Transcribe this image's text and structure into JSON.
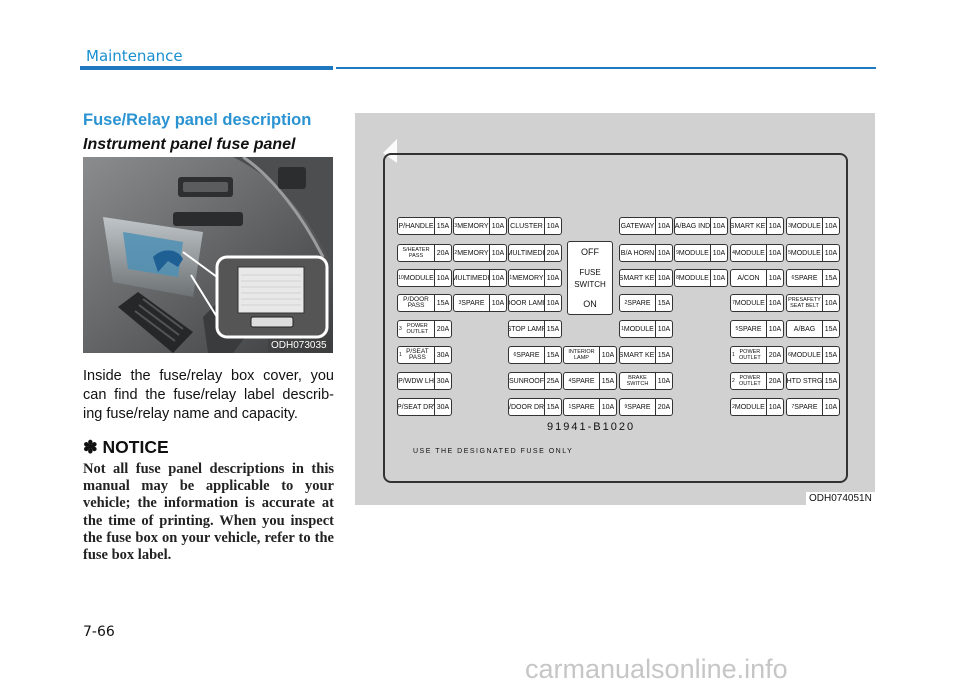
{
  "header": {
    "title": "Maintenance"
  },
  "section_heading": "Fuse/Relay panel description",
  "subsection_heading": "Instrument panel fuse panel",
  "photo_caption": "ODH073035",
  "body_text": "Inside the fuse/relay box cover, you can find the fuse/relay label describ-ing fuse/relay name and capacity.",
  "notice": {
    "title": "✽ NOTICE",
    "text": "Not all fuse panel descriptions in this manual may be applicable to your vehicle; the information is accurate at the time of printing. When you inspect the fuse box on your vehicle, refer to the fuse box label."
  },
  "diagram": {
    "caption": "ODH074051N",
    "part_number": "91941-B1020",
    "designated_note": "USE THE DESIGNATED FUSE ONLY",
    "switch": {
      "off": "OFF",
      "fuse": "FUSE",
      "switch": "SWITCH",
      "on": "ON"
    },
    "fuses": [
      {
        "sup": "",
        "name": "P/HANDLE",
        "value": "15A"
      },
      {
        "sup": "3",
        "name": "MEMORY",
        "value": "10A"
      },
      {
        "sup": "",
        "name": "CLUSTER",
        "value": "10A"
      },
      {
        "sup": "",
        "name": "GATEWAY",
        "value": "10A"
      },
      {
        "sup": "",
        "name": "A/BAG IND",
        "value": "10A"
      },
      {
        "sup": "3",
        "name": "SMART KEY",
        "value": "10A"
      },
      {
        "sup": "3",
        "name": "MODULE",
        "value": "10A"
      },
      {
        "sup": "",
        "name": "S/HEATER PASS",
        "value": "20A"
      },
      {
        "sup": "2",
        "name": "MEMORY",
        "value": "10A"
      },
      {
        "sup": "1",
        "name": "MULTIMEDIA",
        "value": "20A"
      },
      {
        "sup": "",
        "name": "B/A HORN",
        "value": "10A"
      },
      {
        "sup": "9",
        "name": "MODULE",
        "value": "10A"
      },
      {
        "sup": "4",
        "name": "MODULE",
        "value": "10A"
      },
      {
        "sup": "5",
        "name": "MODULE",
        "value": "10A"
      },
      {
        "sup": "10",
        "name": "MODULE",
        "value": "10A"
      },
      {
        "sup": "2",
        "name": "MULTIMEDIA",
        "value": "10A"
      },
      {
        "sup": "1",
        "name": "MEMORY",
        "value": "10A"
      },
      {
        "sup": "1",
        "name": "SMART KEY",
        "value": "10A"
      },
      {
        "sup": "8",
        "name": "MODULE",
        "value": "10A"
      },
      {
        "sup": "",
        "name": "A/CON",
        "value": "10A"
      },
      {
        "sup": "6",
        "name": "SPARE",
        "value": "15A"
      },
      {
        "sup": "",
        "name": "P/DOOR PASS",
        "value": "15A"
      },
      {
        "sup": "3",
        "name": "SPARE",
        "value": "10A"
      },
      {
        "sup": "",
        "name": "DOOR LAMP",
        "value": "10A"
      },
      {
        "sup": "2",
        "name": "SPARE",
        "value": "15A"
      },
      {
        "sup": "7",
        "name": "MODULE",
        "value": "10A"
      },
      {
        "sup": "",
        "name": "PRESAFETY SEAT BELT",
        "value": "10A"
      },
      {
        "sup": "3",
        "name": "POWER OUTLET",
        "value": "20A"
      },
      {
        "sup": "",
        "name": "STOP LAMP",
        "value": "15A"
      },
      {
        "sup": "1",
        "name": "MODULE",
        "value": "10A"
      },
      {
        "sup": "5",
        "name": "SPARE",
        "value": "10A"
      },
      {
        "sup": "",
        "name": "A/BAG",
        "value": "15A"
      },
      {
        "sup": "1",
        "name": "P/SEAT PASS",
        "value": "30A"
      },
      {
        "sup": "6",
        "name": "SPARE",
        "value": "15A"
      },
      {
        "sup": "",
        "name": "INTERIOR LAMP",
        "value": "10A"
      },
      {
        "sup": "2",
        "name": "SMART KEY",
        "value": "15A"
      },
      {
        "sup": "1",
        "name": "POWER OUTLET",
        "value": "20A"
      },
      {
        "sup": "6",
        "name": "MODULE",
        "value": "15A"
      },
      {
        "sup": "",
        "name": "P/WDW LH",
        "value": "30A"
      },
      {
        "sup": "",
        "name": "SUNROOF",
        "value": "25A"
      },
      {
        "sup": "4",
        "name": "SPARE",
        "value": "15A"
      },
      {
        "sup": "",
        "name": "BRAKE SWITCH",
        "value": "10A"
      },
      {
        "sup": "2",
        "name": "POWER OUTLET",
        "value": "20A"
      },
      {
        "sup": "",
        "name": "HTD STRG",
        "value": "15A"
      },
      {
        "sup": "1",
        "name": "P/SEAT DRV",
        "value": "30A"
      },
      {
        "sup": "",
        "name": "P/DOOR DRV",
        "value": "15A"
      },
      {
        "sup": "1",
        "name": "SPARE",
        "value": "10A"
      },
      {
        "sup": "9",
        "name": "SPARE",
        "value": "20A"
      },
      {
        "sup": "2",
        "name": "MODULE",
        "value": "10A"
      },
      {
        "sup": "7",
        "name": "SPARE",
        "value": "10A"
      }
    ]
  },
  "page_number": "7-66",
  "watermark": "carmanualsonline.info"
}
